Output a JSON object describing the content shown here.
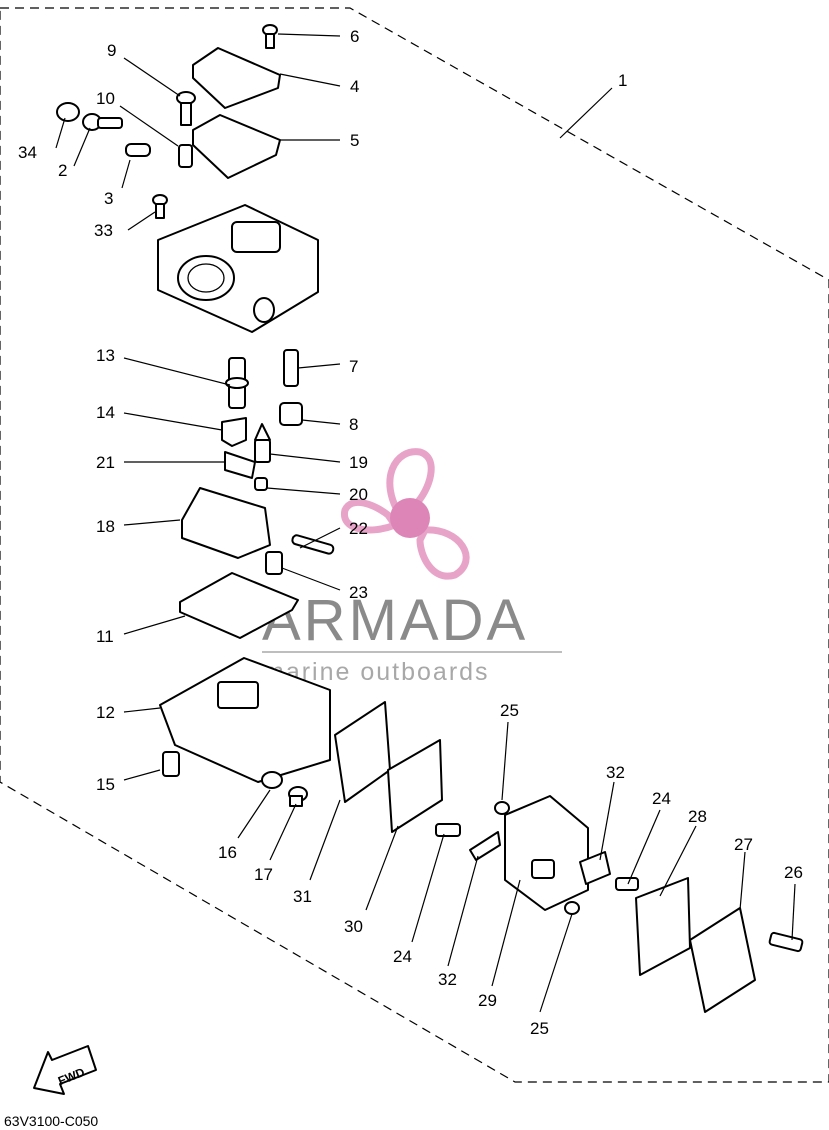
{
  "diagram_code": "63V3100-C050",
  "fwd_label": "FWD",
  "watermark": {
    "brand": "ARMADA",
    "tagline": "marine outboards",
    "logo_color": "#e8a4c8",
    "logo_center_color": "#dd85b7"
  },
  "callouts": {
    "c1": "1",
    "c2": "2",
    "c3": "3",
    "c4": "4",
    "c5": "5",
    "c6": "6",
    "c7": "7",
    "c8": "8",
    "c9": "9",
    "c10": "10",
    "c11": "11",
    "c12": "12",
    "c13": "13",
    "c14": "14",
    "c15": "15",
    "c16": "16",
    "c17": "17",
    "c18": "18",
    "c19": "19",
    "c20": "20",
    "c21": "21",
    "c22": "22",
    "c23": "23",
    "c24a": "24",
    "c24b": "24",
    "c25a": "25",
    "c25b": "25",
    "c26": "26",
    "c27": "27",
    "c28": "28",
    "c29": "29",
    "c30": "30",
    "c31": "31",
    "c32a": "32",
    "c32b": "32",
    "c33": "33",
    "c34": "34"
  }
}
